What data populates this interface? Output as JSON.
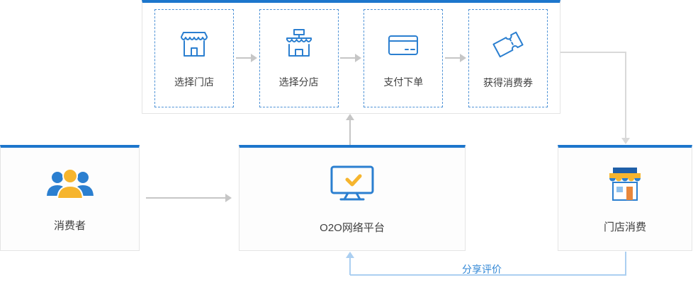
{
  "palette": {
    "accent": "#1d76cc",
    "icon-blue": "#2b7fd0",
    "icon-yellow": "#f6b52e",
    "ink": "#3f3f3f",
    "panel-border": "#e4e4e4",
    "arrow-gray": "#c6c6c6",
    "arrow-light-gray": "#d9d9d9",
    "feedback-blue": "#abcff1",
    "feedback-text": "#2f86d5"
  },
  "steps": [
    {
      "label": "选择门店",
      "icon": "storefront-icon"
    },
    {
      "label": "选择分店",
      "icon": "branch-store-icon"
    },
    {
      "label": "支付下单",
      "icon": "credit-card-icon"
    },
    {
      "label": "获得消费券",
      "icon": "coupon-icon"
    }
  ],
  "nodes": {
    "consumer": {
      "label": "消费者",
      "icon": "consumers-icon"
    },
    "platform": {
      "label": "O2O网络平台",
      "icon": "monitor-check-icon"
    },
    "store": {
      "label": "门店消费",
      "icon": "colored-store-icon"
    }
  },
  "feedback": {
    "label": "分享评价"
  }
}
